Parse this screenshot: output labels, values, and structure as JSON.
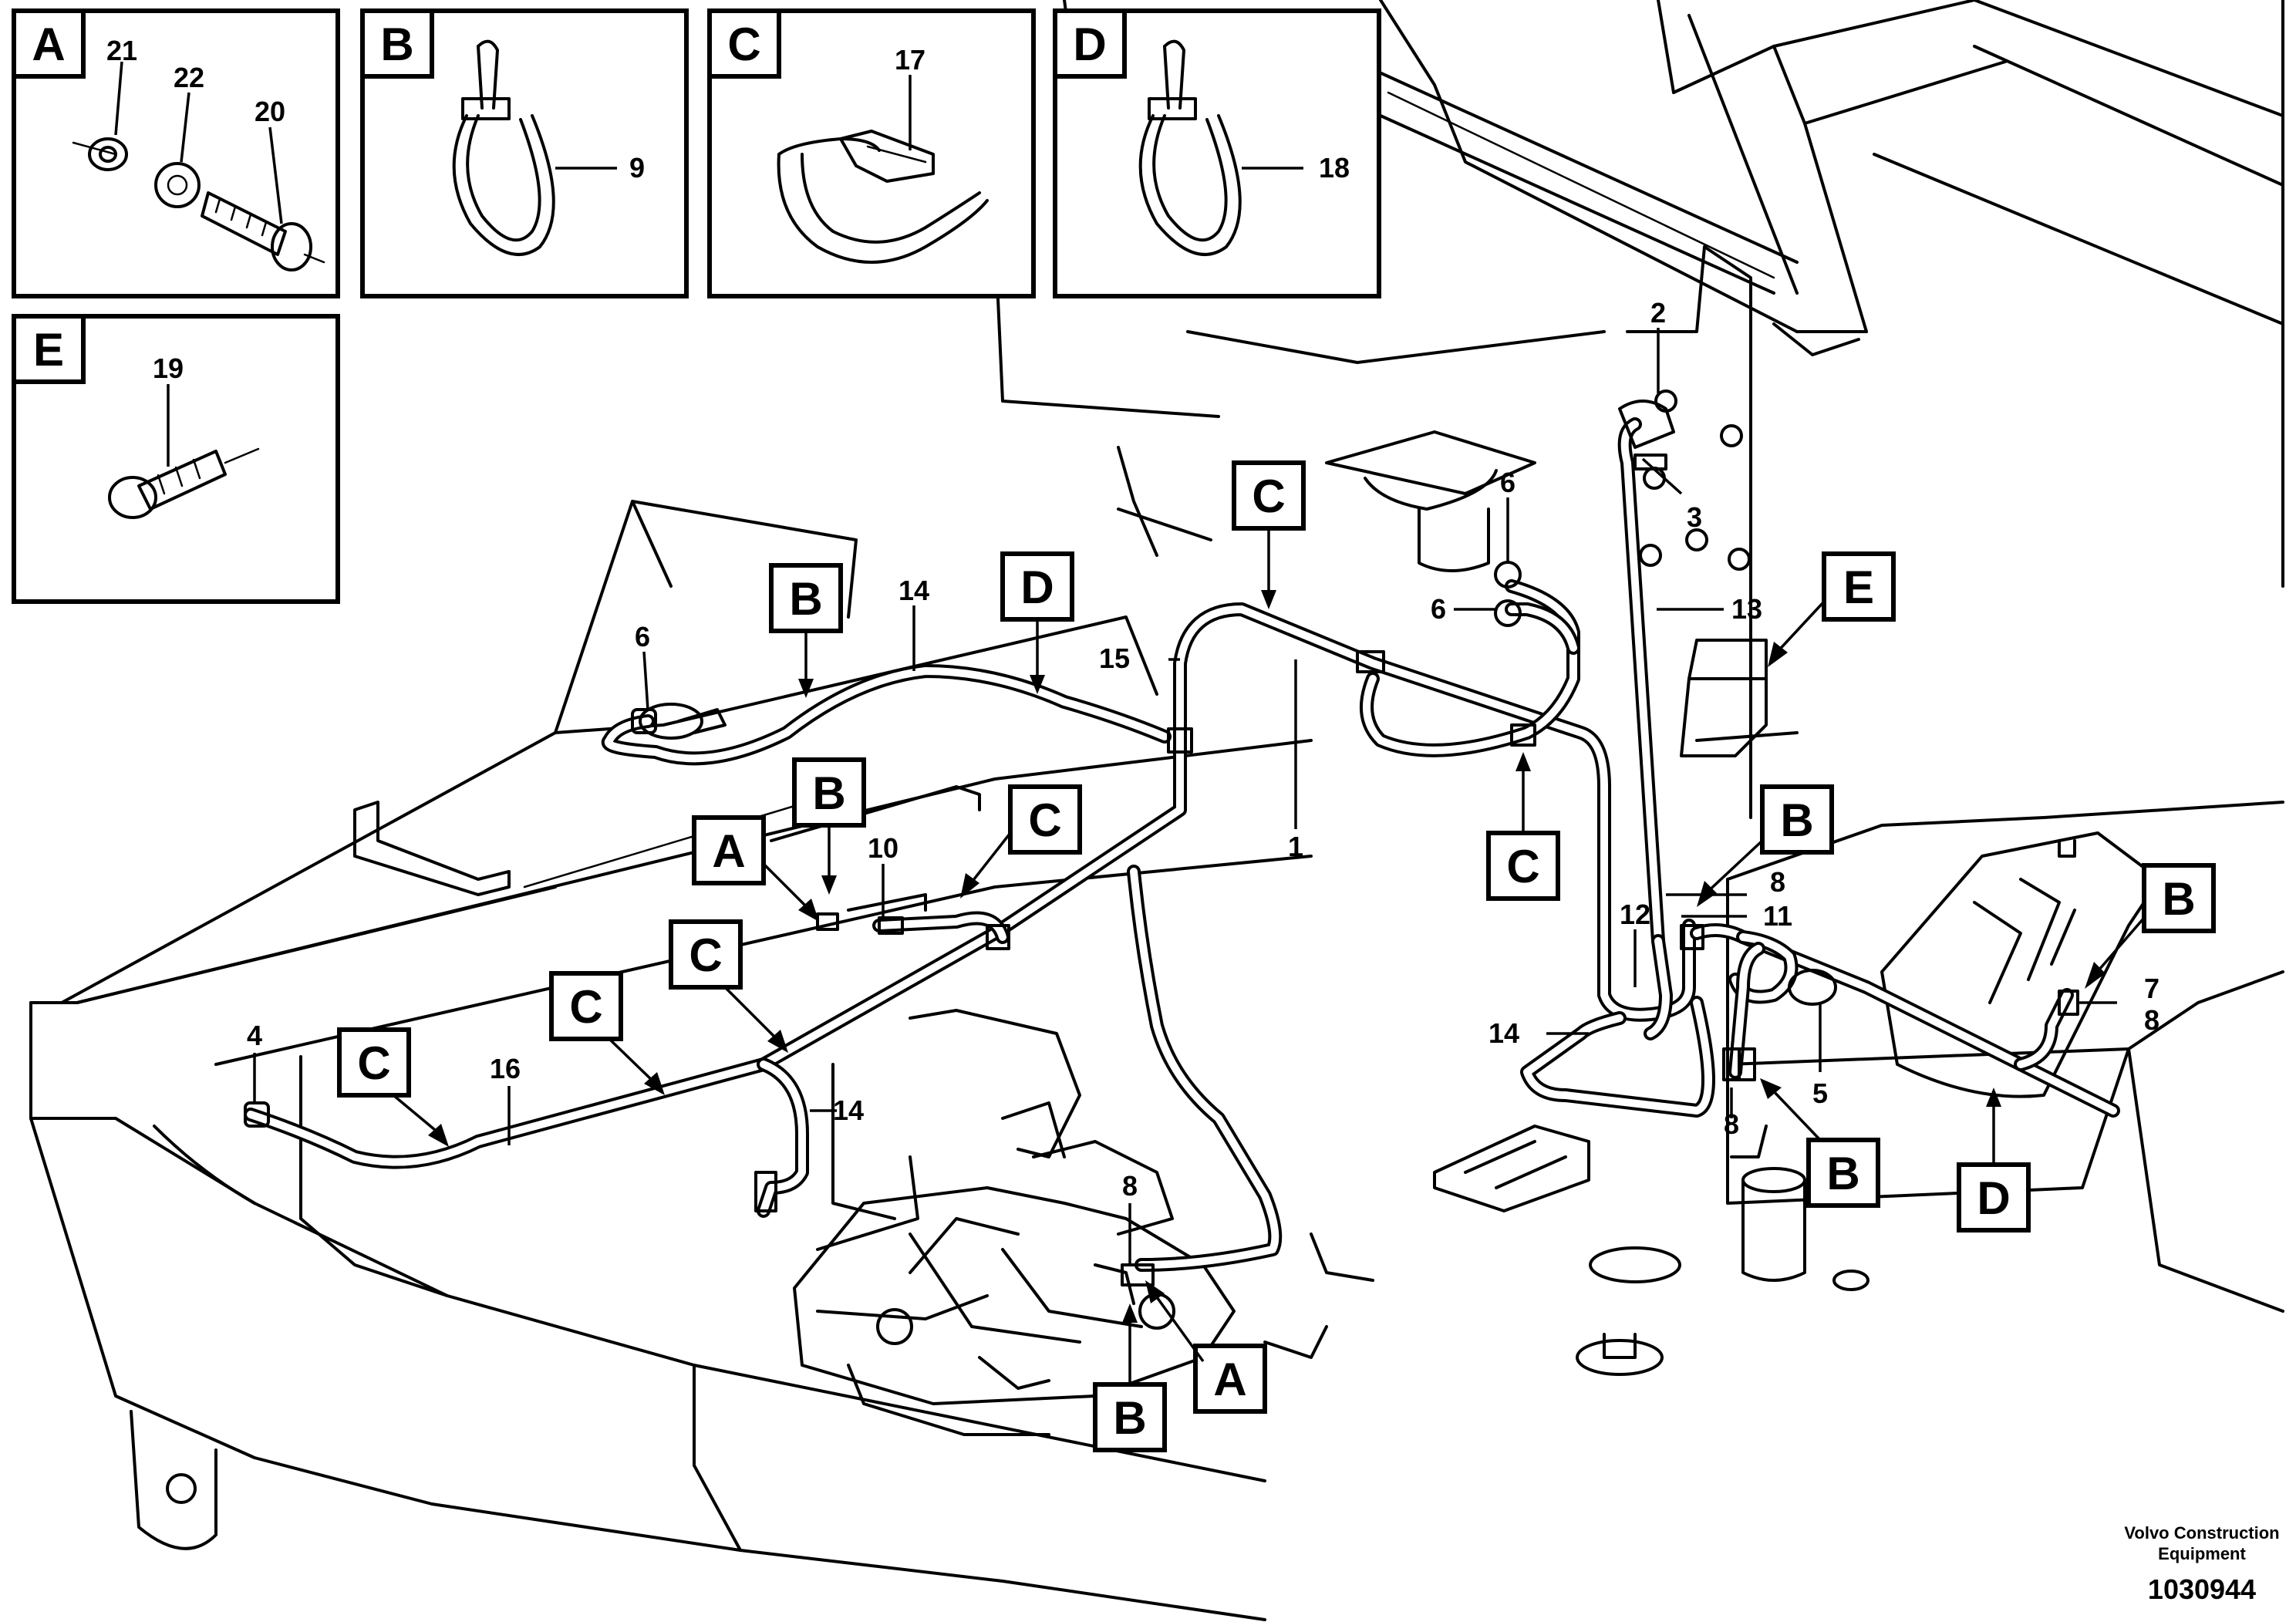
{
  "detail_boxes": [
    {
      "letter": "A",
      "parts": [
        "21",
        "22",
        "20"
      ]
    },
    {
      "letter": "B",
      "parts": [
        "9"
      ]
    },
    {
      "letter": "C",
      "parts": [
        "17"
      ]
    },
    {
      "letter": "D",
      "parts": [
        "18"
      ]
    },
    {
      "letter": "E",
      "parts": [
        "19"
      ]
    }
  ],
  "callout_badges": [
    "B",
    "D",
    "C",
    "C",
    "B",
    "C",
    "A",
    "C",
    "C",
    "C",
    "E",
    "B",
    "B",
    "B",
    "D",
    "A",
    "B"
  ],
  "part_numbers": [
    "1",
    "2",
    "3",
    "4",
    "5",
    "6",
    "6",
    "6",
    "7",
    "8",
    "8",
    "8",
    "8",
    "10",
    "11",
    "12",
    "13",
    "14",
    "14",
    "14",
    "15",
    "16"
  ],
  "footer": {
    "manufacturer_line1": "Volvo Construction",
    "manufacturer_line2": "Equipment",
    "drawing_number": "1030944"
  }
}
